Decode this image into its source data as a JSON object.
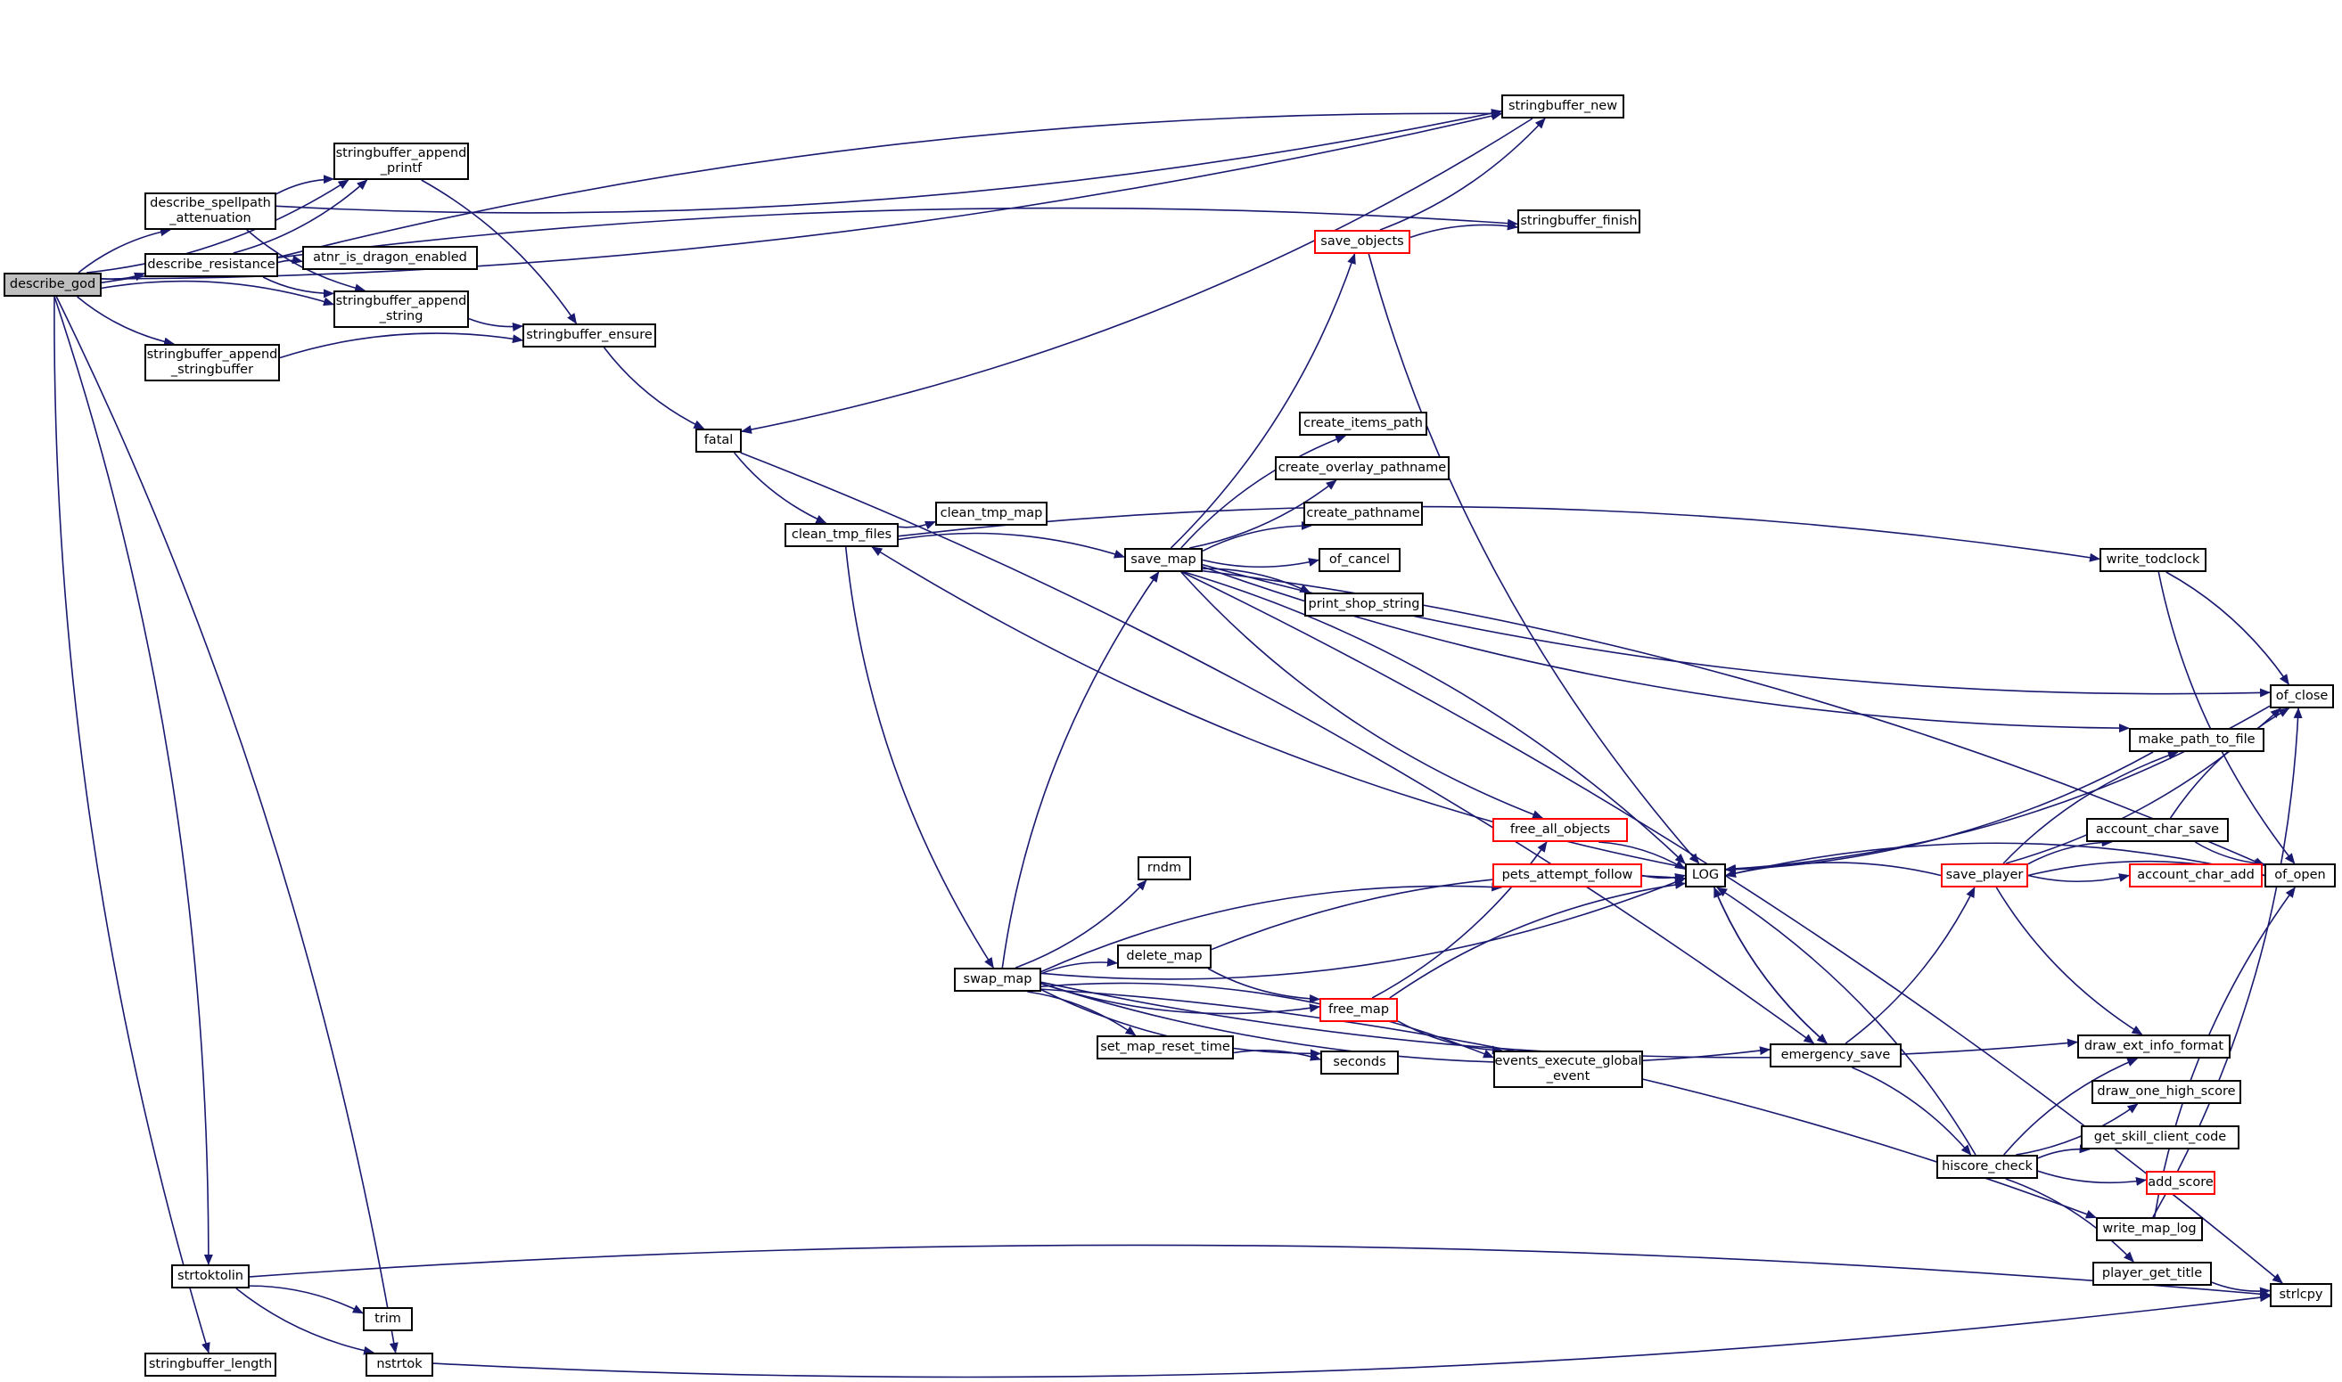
{
  "colors": {
    "edge": "#191970",
    "border": "#000000",
    "truncated_border": "#ff0000",
    "root_fill": "#bfbfbf",
    "background": "#ffffff"
  },
  "nodes": [
    {
      "id": "describe_god",
      "label": "describe_god",
      "root": true
    },
    {
      "id": "stringbuffer_new",
      "label": "stringbuffer_new"
    },
    {
      "id": "stringbuffer_append_printf",
      "label": "stringbuffer_append\n_printf"
    },
    {
      "id": "describe_spellpath_attenuation",
      "label": "describe_spellpath\n_attenuation"
    },
    {
      "id": "describe_resistance",
      "label": "describe_resistance"
    },
    {
      "id": "atnr_is_dragon_enabled",
      "label": "atnr_is_dragon_enabled"
    },
    {
      "id": "stringbuffer_append_string",
      "label": "stringbuffer_append\n_string"
    },
    {
      "id": "stringbuffer_append_stringbuffer",
      "label": "stringbuffer_append\n_stringbuffer"
    },
    {
      "id": "stringbuffer_ensure",
      "label": "stringbuffer_ensure"
    },
    {
      "id": "stringbuffer_finish",
      "label": "stringbuffer_finish"
    },
    {
      "id": "save_objects",
      "label": "save_objects",
      "truncated": true
    },
    {
      "id": "fatal",
      "label": "fatal"
    },
    {
      "id": "clean_tmp_files",
      "label": "clean_tmp_files"
    },
    {
      "id": "clean_tmp_map",
      "label": "clean_tmp_map"
    },
    {
      "id": "create_items_path",
      "label": "create_items_path"
    },
    {
      "id": "create_overlay_pathname",
      "label": "create_overlay_pathname"
    },
    {
      "id": "create_pathname",
      "label": "create_pathname"
    },
    {
      "id": "save_map",
      "label": "save_map"
    },
    {
      "id": "of_cancel",
      "label": "of_cancel"
    },
    {
      "id": "print_shop_string",
      "label": "print_shop_string"
    },
    {
      "id": "write_todclock",
      "label": "write_todclock"
    },
    {
      "id": "of_close",
      "label": "of_close"
    },
    {
      "id": "make_path_to_file",
      "label": "make_path_to_file"
    },
    {
      "id": "free_all_objects",
      "label": "free_all_objects",
      "truncated": true
    },
    {
      "id": "account_char_save",
      "label": "account_char_save"
    },
    {
      "id": "rndm",
      "label": "rndm"
    },
    {
      "id": "pets_attempt_follow",
      "label": "pets_attempt_follow",
      "truncated": true
    },
    {
      "id": "LOG",
      "label": "LOG"
    },
    {
      "id": "save_player",
      "label": "save_player",
      "truncated": true
    },
    {
      "id": "account_char_add",
      "label": "account_char_add",
      "truncated": true
    },
    {
      "id": "of_open",
      "label": "of_open"
    },
    {
      "id": "delete_map",
      "label": "delete_map"
    },
    {
      "id": "swap_map",
      "label": "swap_map"
    },
    {
      "id": "free_map",
      "label": "free_map",
      "truncated": true
    },
    {
      "id": "draw_ext_info_format",
      "label": "draw_ext_info_format"
    },
    {
      "id": "set_map_reset_time",
      "label": "set_map_reset_time"
    },
    {
      "id": "seconds",
      "label": "seconds"
    },
    {
      "id": "events_execute_global_event",
      "label": "events_execute_global\n_event"
    },
    {
      "id": "emergency_save",
      "label": "emergency_save"
    },
    {
      "id": "draw_one_high_score",
      "label": "draw_one_high_score"
    },
    {
      "id": "get_skill_client_code",
      "label": "get_skill_client_code"
    },
    {
      "id": "hiscore_check",
      "label": "hiscore_check"
    },
    {
      "id": "add_score",
      "label": "add_score",
      "truncated": true
    },
    {
      "id": "write_map_log",
      "label": "write_map_log"
    },
    {
      "id": "strtoktolin",
      "label": "strtoktolin"
    },
    {
      "id": "player_get_title",
      "label": "player_get_title"
    },
    {
      "id": "trim",
      "label": "trim"
    },
    {
      "id": "strlcpy",
      "label": "strlcpy"
    },
    {
      "id": "stringbuffer_length",
      "label": "stringbuffer_length"
    },
    {
      "id": "nstrtok",
      "label": "nstrtok"
    }
  ],
  "edges": [
    [
      "describe_god",
      "stringbuffer_new"
    ],
    [
      "describe_god",
      "stringbuffer_finish"
    ],
    [
      "describe_god",
      "stringbuffer_append_printf"
    ],
    [
      "describe_god",
      "describe_spellpath_attenuation"
    ],
    [
      "describe_god",
      "describe_resistance"
    ],
    [
      "describe_god",
      "stringbuffer_append_string"
    ],
    [
      "describe_god",
      "stringbuffer_append_stringbuffer"
    ],
    [
      "describe_god",
      "strtoktolin"
    ],
    [
      "describe_god",
      "stringbuffer_length"
    ],
    [
      "describe_god",
      "nstrtok"
    ],
    [
      "describe_spellpath_attenuation",
      "stringbuffer_new"
    ],
    [
      "describe_spellpath_attenuation",
      "stringbuffer_append_printf"
    ],
    [
      "describe_spellpath_attenuation",
      "stringbuffer_append_string"
    ],
    [
      "describe_resistance",
      "stringbuffer_new"
    ],
    [
      "describe_resistance",
      "stringbuffer_append_printf"
    ],
    [
      "describe_resistance",
      "atnr_is_dragon_enabled"
    ],
    [
      "describe_resistance",
      "stringbuffer_append_string"
    ],
    [
      "stringbuffer_append_printf",
      "stringbuffer_ensure"
    ],
    [
      "stringbuffer_append_string",
      "stringbuffer_ensure"
    ],
    [
      "stringbuffer_append_stringbuffer",
      "stringbuffer_ensure"
    ],
    [
      "stringbuffer_ensure",
      "fatal"
    ],
    [
      "stringbuffer_new",
      "fatal"
    ],
    [
      "fatal",
      "clean_tmp_files"
    ],
    [
      "fatal",
      "emergency_save"
    ],
    [
      "clean_tmp_files",
      "clean_tmp_map"
    ],
    [
      "clean_tmp_files",
      "save_map"
    ],
    [
      "clean_tmp_files",
      "swap_map"
    ],
    [
      "clean_tmp_files",
      "write_todclock"
    ],
    [
      "save_map",
      "save_objects"
    ],
    [
      "save_map",
      "create_items_path"
    ],
    [
      "save_map",
      "create_overlay_pathname"
    ],
    [
      "save_map",
      "create_pathname"
    ],
    [
      "save_map",
      "of_cancel"
    ],
    [
      "save_map",
      "print_shop_string"
    ],
    [
      "save_map",
      "of_close"
    ],
    [
      "save_map",
      "of_open"
    ],
    [
      "save_map",
      "make_path_to_file"
    ],
    [
      "save_map",
      "LOG"
    ],
    [
      "save_map",
      "free_all_objects"
    ],
    [
      "save_map",
      "strlcpy"
    ],
    [
      "save_objects",
      "stringbuffer_new"
    ],
    [
      "save_objects",
      "stringbuffer_finish"
    ],
    [
      "save_objects",
      "LOG"
    ],
    [
      "LOG",
      "clean_tmp_files"
    ],
    [
      "LOG",
      "emergency_save"
    ],
    [
      "swap_map",
      "save_map"
    ],
    [
      "swap_map",
      "rndm"
    ],
    [
      "swap_map",
      "pets_attempt_follow"
    ],
    [
      "swap_map",
      "LOG"
    ],
    [
      "swap_map",
      "delete_map"
    ],
    [
      "swap_map",
      "free_map"
    ],
    [
      "swap_map",
      "set_map_reset_time"
    ],
    [
      "swap_map",
      "seconds"
    ],
    [
      "swap_map",
      "events_execute_global_event"
    ],
    [
      "swap_map",
      "draw_ext_info_format"
    ],
    [
      "swap_map",
      "write_map_log"
    ],
    [
      "swap_map",
      "emergency_save"
    ],
    [
      "delete_map",
      "LOG"
    ],
    [
      "delete_map",
      "free_map"
    ],
    [
      "set_map_reset_time",
      "seconds"
    ],
    [
      "free_map",
      "free_all_objects"
    ],
    [
      "free_map",
      "LOG"
    ],
    [
      "free_map",
      "events_execute_global_event"
    ],
    [
      "free_all_objects",
      "LOG"
    ],
    [
      "pets_attempt_follow",
      "LOG"
    ],
    [
      "write_todclock",
      "of_close"
    ],
    [
      "write_todclock",
      "of_open"
    ],
    [
      "of_close",
      "LOG"
    ],
    [
      "of_open",
      "LOG"
    ],
    [
      "make_path_to_file",
      "LOG"
    ],
    [
      "save_player",
      "LOG"
    ],
    [
      "save_player",
      "make_path_to_file"
    ],
    [
      "save_player",
      "of_close"
    ],
    [
      "save_player",
      "account_char_save"
    ],
    [
      "save_player",
      "account_char_add"
    ],
    [
      "save_player",
      "of_open"
    ],
    [
      "save_player",
      "draw_ext_info_format"
    ],
    [
      "account_char_save",
      "of_close"
    ],
    [
      "account_char_save",
      "of_open"
    ],
    [
      "emergency_save",
      "LOG"
    ],
    [
      "emergency_save",
      "save_player"
    ],
    [
      "emergency_save",
      "hiscore_check"
    ],
    [
      "hiscore_check",
      "LOG"
    ],
    [
      "hiscore_check",
      "draw_ext_info_format"
    ],
    [
      "hiscore_check",
      "draw_one_high_score"
    ],
    [
      "hiscore_check",
      "get_skill_client_code"
    ],
    [
      "hiscore_check",
      "add_score"
    ],
    [
      "hiscore_check",
      "player_get_title"
    ],
    [
      "write_map_log",
      "of_close"
    ],
    [
      "write_map_log",
      "of_open"
    ],
    [
      "player_get_title",
      "strlcpy"
    ],
    [
      "strtoktolin",
      "trim"
    ],
    [
      "strtoktolin",
      "nstrtok"
    ],
    [
      "strtoktolin",
      "strlcpy"
    ],
    [
      "nstrtok",
      "strlcpy"
    ]
  ]
}
